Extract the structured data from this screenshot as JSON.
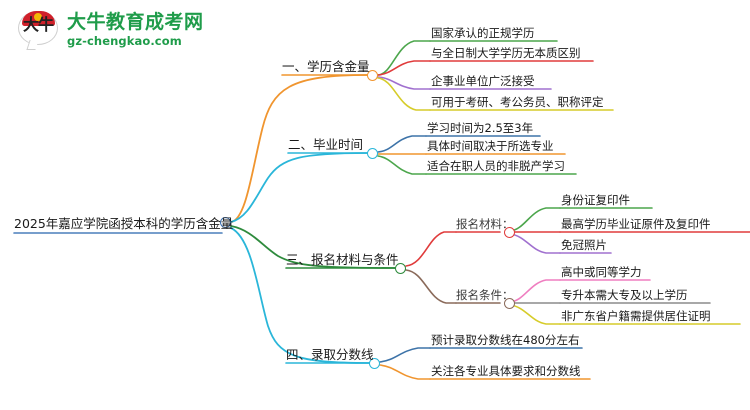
{
  "logo": {
    "mark_text": "大牛",
    "title": "大牛教育成考网",
    "subtitle": "gz-chengkao.com",
    "brand_color": "#1f9c4a",
    "accent_color": "#d0202a"
  },
  "mindmap": {
    "root": {
      "label": "2025年嘉应学院函授本科的学历含金量",
      "underline_color": "#4a7ebb",
      "node_color": "#3b6fb0"
    },
    "branches": [
      {
        "label": "一、学历含金量",
        "branch_color": "#f0952f",
        "node_color": "#f0952f",
        "children": [
          {
            "label": "国家承认的正规学历",
            "color": "#4ca64c"
          },
          {
            "label": "与全日制大学学历无本质区别",
            "color": "#e03b3b"
          },
          {
            "label": "企事业单位广泛接受",
            "color": "#a070cf"
          },
          {
            "label": "可用于考研、考公务员、职称评定",
            "color": "#d6cc2a"
          }
        ]
      },
      {
        "label": "二、毕业时间",
        "branch_color": "#2ab6d9",
        "node_color": "#2ab6d9",
        "children": [
          {
            "label": "学习时间为2.5至3年",
            "color": "#3d73a8"
          },
          {
            "label": "具体时间取决于所选专业",
            "color": "#f0952f"
          },
          {
            "label": "适合在职人员的非脱产学习",
            "color": "#4ca64c"
          }
        ]
      },
      {
        "label": "三、报名材料与条件",
        "branch_color": "#2e8b3d",
        "node_color": "#2e8b3d",
        "subgroups": [
          {
            "label": "报名材料：",
            "color": "#e03b3b",
            "node_color": "#e03b3b",
            "children": [
              {
                "label": "身份证复印件",
                "color": "#4ca64c"
              },
              {
                "label": "最高学历毕业证原件及复印件",
                "color": "#e03b3b"
              },
              {
                "label": "免冠照片",
                "color": "#a070cf"
              }
            ]
          },
          {
            "label": "报名条件：",
            "color": "#8a6a5a",
            "node_color": "#8a6a5a",
            "children": [
              {
                "label": "高中或同等学力",
                "color": "#ef7ec0"
              },
              {
                "label": "专升本需大专及以上学历",
                "color": "#8c8c8c"
              },
              {
                "label": "非广东省户籍需提供居住证明",
                "color": "#d6cc2a"
              }
            ]
          }
        ]
      },
      {
        "label": "四、录取分数线",
        "branch_color": "#2ab6d9",
        "node_color": "#2ab6d9",
        "children": [
          {
            "label": "预计录取分数线在480分左右",
            "color": "#3d73a8"
          },
          {
            "label": "关注各专业具体要求和分数线",
            "color": "#f0952f"
          }
        ]
      }
    ]
  }
}
